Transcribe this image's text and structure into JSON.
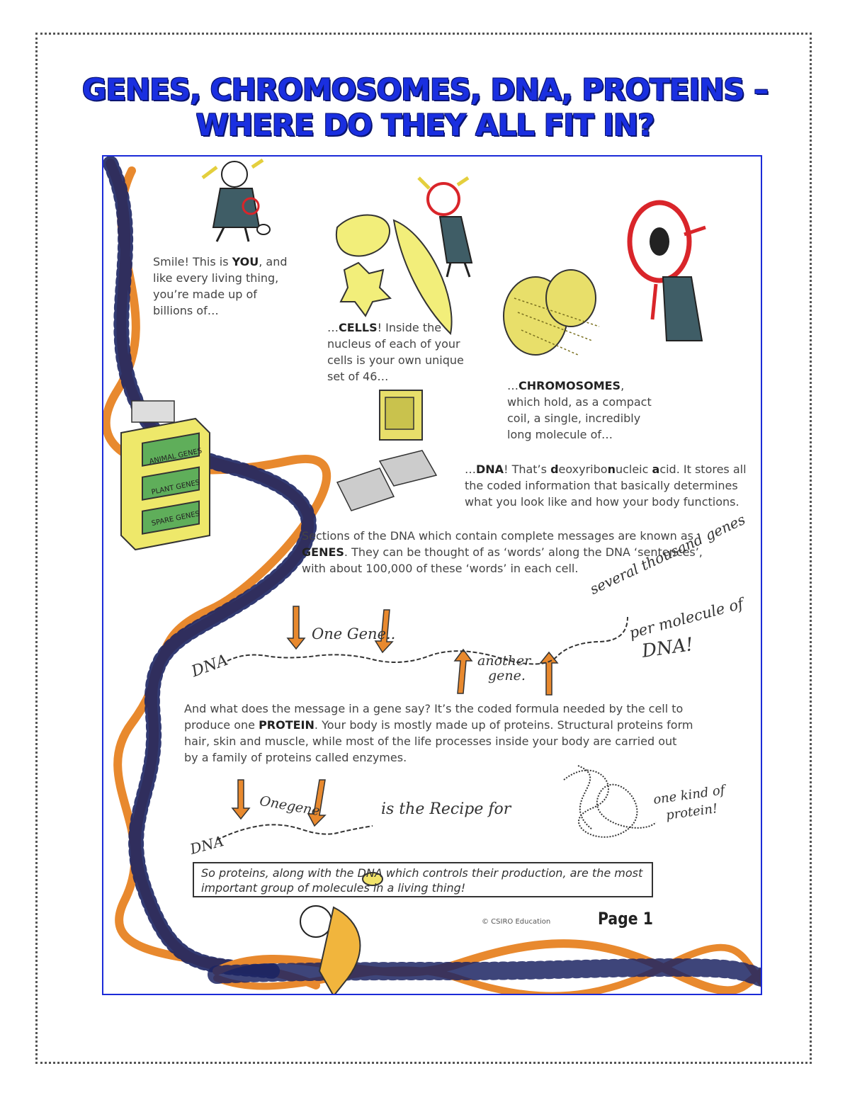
{
  "title": {
    "line1": "GENES, CHROMOSOMES, DNA, PROTEINS –",
    "line2": "WHERE DO THEY ALL FIT IN?"
  },
  "captions": {
    "you": {
      "pre": "Smile! This is ",
      "bold": "YOU",
      "post": ", and like every living thing, you’re made up of billions of…"
    },
    "cells": {
      "pre": "…",
      "bold": "CELLS",
      "post": "! Inside the nucleus of each of your cells is your own unique set of 46…"
    },
    "chromosomes": {
      "pre": "…",
      "bold": "CHROMOSOMES",
      "post": ", which hold, as a compact coil, a single, incredibly long molecule of…"
    },
    "dna": {
      "pre": "…",
      "bold": "DNA",
      "p1": "! That’s ",
      "b1": "d",
      "p2": "eoxyribo",
      "b2": "n",
      "p3": "ucleic ",
      "b3": "a",
      "p4": "cid. It stores all the coded information that basically determines what you look like and how your body functions."
    },
    "genes": {
      "pre": "Sections of the DNA which contain complete messages are known as ",
      "bold": "GENES",
      "post": ". They can be thought of as ‘words’ along the DNA ‘sentences’, with about 100,000 of these ‘words’ in each cell."
    },
    "protein": {
      "pre": "And what does the message in a gene say? It’s the coded formula needed by the cell to produce one ",
      "bold": "PROTEIN",
      "post": ". Your body is mostly made up of proteins. Structural proteins form hair, skin and muscle, while most of the life processes inside your body are carried out by a family of proteins called enzymes."
    }
  },
  "cabinet_labels": [
    "ANIMAL GENES",
    "PLANT GENES",
    "SPARE GENES"
  ],
  "handwritten": {
    "dna_label_1": "DNA",
    "one_gene": "One Gene..",
    "another_gene_1": "another",
    "another_gene_2": "gene.",
    "several_1": "several thousand genes",
    "several_2": "per molecule of",
    "several_3": "DNA!",
    "dna_label_2": "DNA",
    "onegene": "Onegene",
    "recipe": "is the Recipe for",
    "kind_1": "one kind of",
    "kind_2": "protein!"
  },
  "conclusion": "So proteins, along with the DNA which controls their production, are the most important group of molecules in a living thing!",
  "footer": {
    "copyright": "© CSIRO Education",
    "page": "Page 1"
  },
  "colors": {
    "title_blue": "#1a2fe0",
    "panel_border": "#1b2bd8",
    "helix_orange": "#e8892e",
    "helix_navy": "#1c2563",
    "cell_yellow": "#f2ee7a",
    "cabinet_yellow": "#eee86a",
    "cabinet_green": "#5fae5a",
    "character_jacket": "#3f5d66",
    "magnifier_red": "#d9252a",
    "arrow_orange": "#e8892e"
  }
}
